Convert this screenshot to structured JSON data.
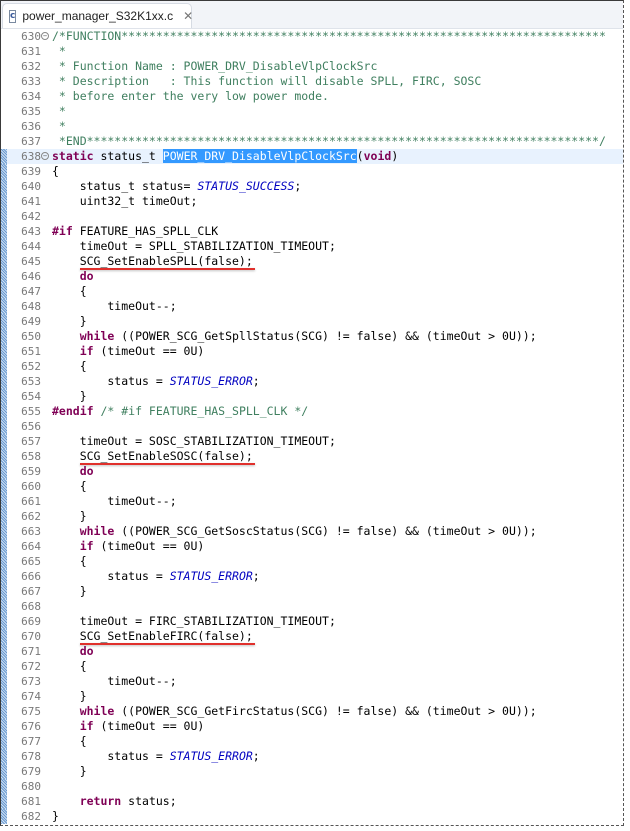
{
  "tab": {
    "icon": "c-file-icon",
    "icon_label": "c",
    "title": "power_manager_S32K1xx.c",
    "close": "✕"
  },
  "colors": {
    "comment": "#3f7f5f",
    "keyword": "#7f0055",
    "enum": "#0000c0",
    "selection": "#3399ff",
    "underline": "#e0302c",
    "current_line": "#e8f2fe"
  },
  "lines": [
    {
      "n": "630",
      "text": "/*FUNCTION**********************************************************************"
    },
    {
      "n": "631",
      "text": " *"
    },
    {
      "n": "632",
      "text": " * Function Name : POWER_DRV_DisableVlpClockSrc"
    },
    {
      "n": "633",
      "text": " * Description   : This function will disable SPLL, FIRC, SOSC"
    },
    {
      "n": "634",
      "text": " * before enter the very low power mode."
    },
    {
      "n": "635",
      "text": " *"
    },
    {
      "n": "636",
      "text": " *"
    },
    {
      "n": "637",
      "text": " *END**************************************************************************/"
    },
    {
      "n": "638",
      "kw": "static",
      "type": " status_t ",
      "sel": "POWER_DRV_DisableVlpClockSrc",
      "rest": "(",
      "kw2": "void",
      "end": ")"
    },
    {
      "n": "639",
      "text": "{"
    },
    {
      "n": "640",
      "pre": "    status_t status= ",
      "en": "STATUS_SUCCESS",
      "post": ";"
    },
    {
      "n": "641",
      "text": "    uint32_t timeOut;"
    },
    {
      "n": "642",
      "text": ""
    },
    {
      "n": "643",
      "kw": "#if",
      "text": " FEATURE_HAS_SPLL_CLK"
    },
    {
      "n": "644",
      "text": "    timeOut = SPLL_STABILIZATION_TIMEOUT;"
    },
    {
      "n": "645",
      "text": "    SCG_SetEnableSPLL(false);"
    },
    {
      "n": "646",
      "kw": "    do",
      "text": ""
    },
    {
      "n": "647",
      "text": "    {"
    },
    {
      "n": "648",
      "text": "        timeOut--;"
    },
    {
      "n": "649",
      "text": "    }"
    },
    {
      "n": "650",
      "kw": "    while",
      "text": " ((POWER_SCG_GetSpllStatus(SCG) != false) && (timeOut > 0U));"
    },
    {
      "n": "651",
      "kw": "    if",
      "text": " (timeOut == 0U)"
    },
    {
      "n": "652",
      "text": "    {"
    },
    {
      "n": "653",
      "pre": "        status = ",
      "en": "STATUS_ERROR",
      "post": ";"
    },
    {
      "n": "654",
      "text": "    }"
    },
    {
      "n": "655",
      "kw": "#endif",
      "cm": " /* #if FEATURE_HAS_SPLL_CLK */"
    },
    {
      "n": "656",
      "text": ""
    },
    {
      "n": "657",
      "text": "    timeOut = SOSC_STABILIZATION_TIMEOUT;"
    },
    {
      "n": "658",
      "text": "    SCG_SetEnableSOSC(false);"
    },
    {
      "n": "659",
      "kw": "    do",
      "text": ""
    },
    {
      "n": "660",
      "text": "    {"
    },
    {
      "n": "661",
      "text": "        timeOut--;"
    },
    {
      "n": "662",
      "text": "    }"
    },
    {
      "n": "663",
      "kw": "    while",
      "text": " ((POWER_SCG_GetSoscStatus(SCG) != false) && (timeOut > 0U));"
    },
    {
      "n": "664",
      "kw": "    if",
      "text": " (timeOut == 0U)"
    },
    {
      "n": "665",
      "text": "    {"
    },
    {
      "n": "666",
      "pre": "        status = ",
      "en": "STATUS_ERROR",
      "post": ";"
    },
    {
      "n": "667",
      "text": "    }"
    },
    {
      "n": "668",
      "text": ""
    },
    {
      "n": "669",
      "text": "    timeOut = FIRC_STABILIZATION_TIMEOUT;"
    },
    {
      "n": "670",
      "text": "    SCG_SetEnableFIRC(false);"
    },
    {
      "n": "671",
      "kw": "    do",
      "text": ""
    },
    {
      "n": "672",
      "text": "    {"
    },
    {
      "n": "673",
      "text": "        timeOut--;"
    },
    {
      "n": "674",
      "text": "    }"
    },
    {
      "n": "675",
      "kw": "    while",
      "text": " ((POWER_SCG_GetFircStatus(SCG) != false) && (timeOut > 0U));"
    },
    {
      "n": "676",
      "kw": "    if",
      "text": " (timeOut == 0U)"
    },
    {
      "n": "677",
      "text": "    {"
    },
    {
      "n": "678",
      "pre": "        status = ",
      "en": "STATUS_ERROR",
      "post": ";"
    },
    {
      "n": "679",
      "text": "    }"
    },
    {
      "n": "680",
      "text": ""
    },
    {
      "n": "681",
      "kw": "    return",
      "text": " status;"
    },
    {
      "n": "682",
      "text": "}"
    }
  ],
  "underlined_lines": [
    "645",
    "658",
    "670"
  ]
}
